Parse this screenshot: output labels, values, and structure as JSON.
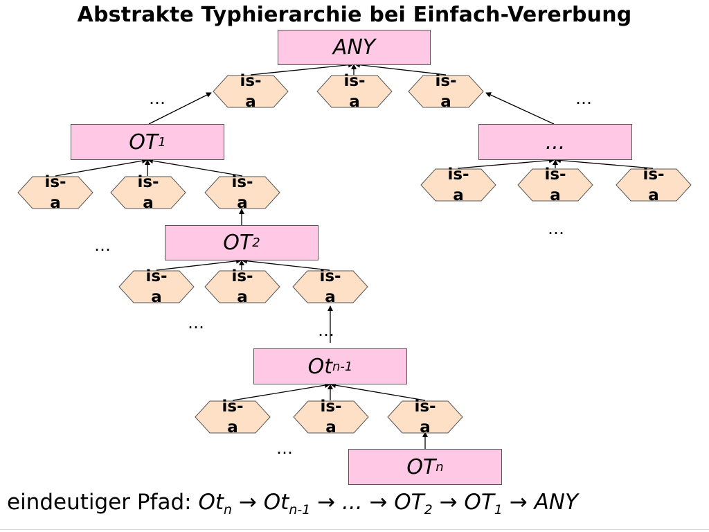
{
  "title": "Abstrakte Typhierarchie bei Einfach-Vererbung",
  "colors": {
    "box_fill": "#ffc9e6",
    "hex_fill": "#fde0c6",
    "hex_stroke": "#555555"
  },
  "nodes": {
    "any": {
      "label": "ANY"
    },
    "ot1": {
      "base": "OT",
      "sub": "1"
    },
    "right": {
      "label": "..."
    },
    "ot2": {
      "base": "OT",
      "sub": "2"
    },
    "otn1": {
      "base": "Ot",
      "sub": "n-1"
    },
    "otn": {
      "base": "OT",
      "sub": "n"
    }
  },
  "isa_label": "is-\na",
  "ellipsis": "…",
  "footer": {
    "prefix": "eindeutiger Pfad:",
    "path": [
      {
        "base": "Ot",
        "sub": "n"
      },
      {
        "base": "Ot",
        "sub": "n-1"
      },
      {
        "base": "...",
        "sub": ""
      },
      {
        "base": "OT",
        "sub": "2"
      },
      {
        "base": "OT",
        "sub": "1"
      },
      {
        "base": "ANY",
        "sub": ""
      }
    ],
    "arrow": "→"
  }
}
